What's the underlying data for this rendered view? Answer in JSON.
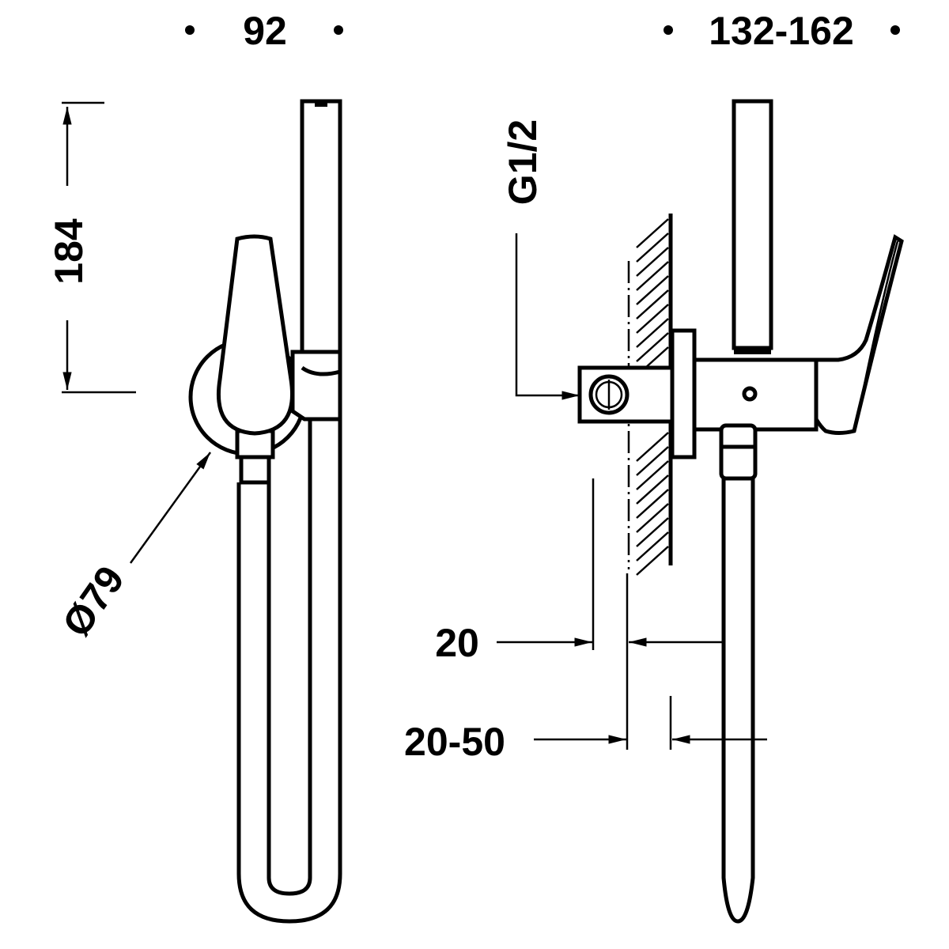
{
  "drawing": {
    "front_view": {
      "width_label": "92",
      "height_label": "184",
      "diameter_label": "Ø79"
    },
    "side_view": {
      "projection_label": "132-162",
      "thread_label": "G1/2",
      "wall_offset_label": "20",
      "wall_range_label": "20-50"
    },
    "colors": {
      "line": "#000000",
      "background": "#ffffff"
    }
  }
}
